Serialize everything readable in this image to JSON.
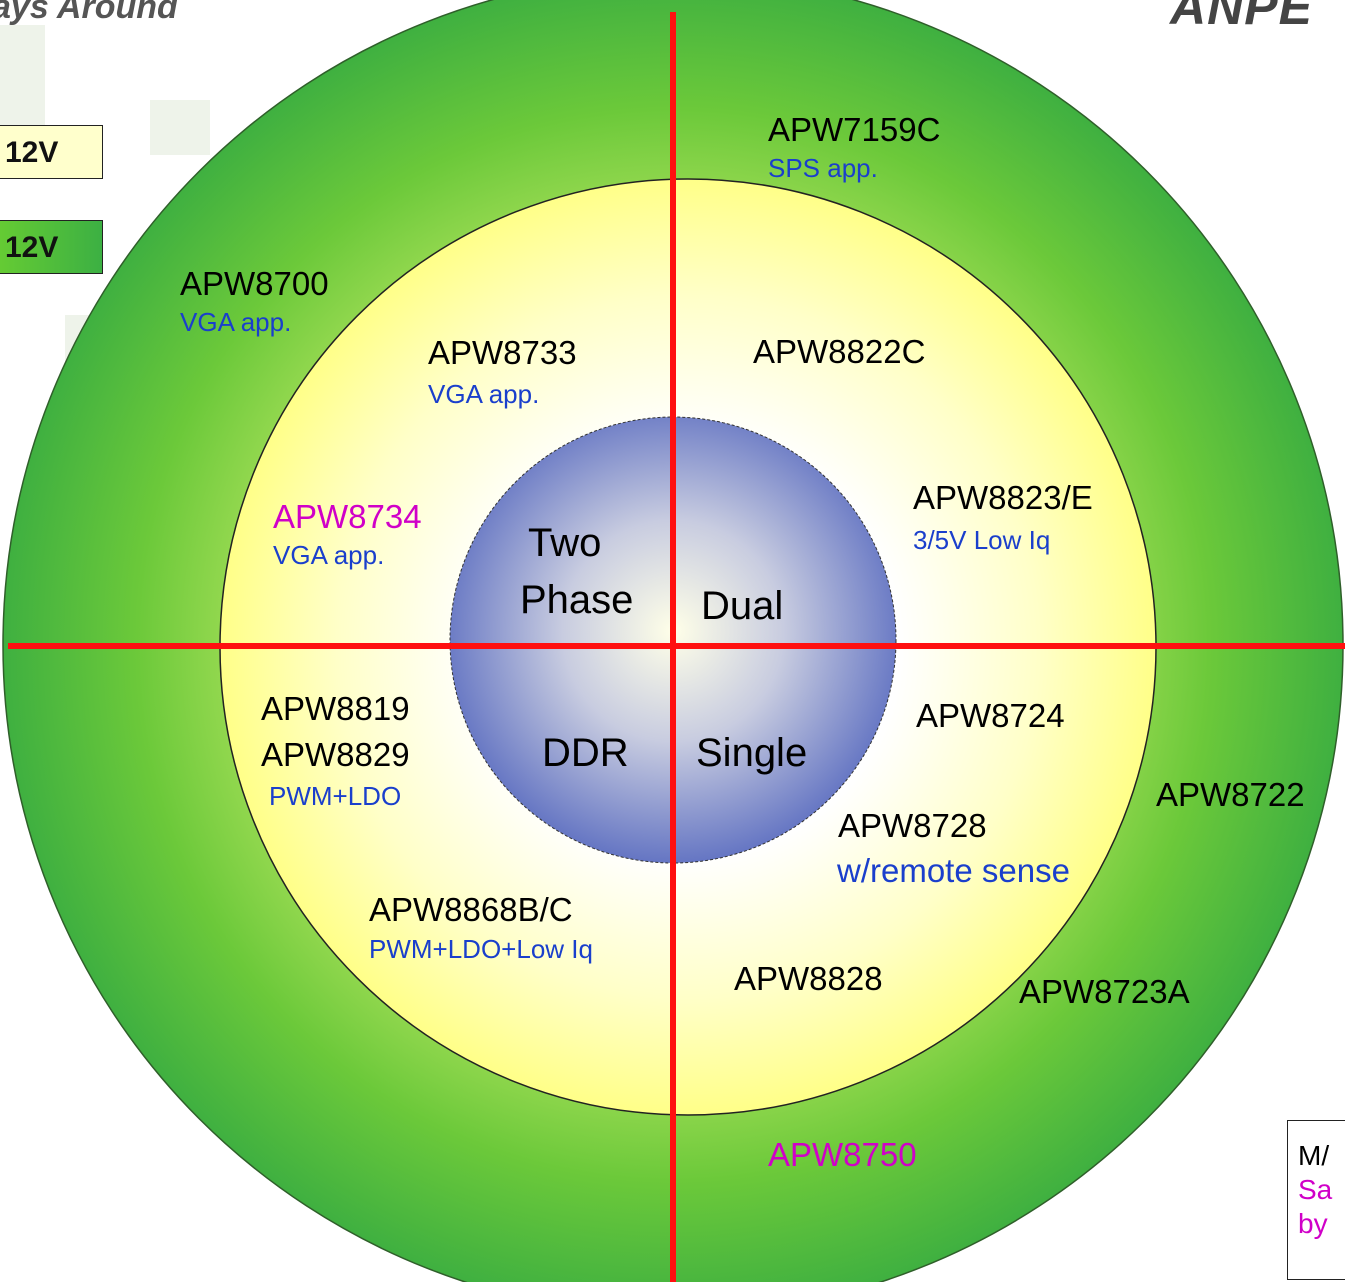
{
  "header": {
    "left_text": "ays Around",
    "right_logo": "ANPE"
  },
  "legend": [
    {
      "label": "12V",
      "color": "#ffffcc"
    },
    {
      "label": "12V",
      "color": "#4cbb3a"
    }
  ],
  "colors": {
    "outer_ring": "#4cbb3a",
    "middle_ring": "#ffff99",
    "inner_circle": "#6b7cc4",
    "divider": "#ff1010",
    "sub_text": "#1a3fcc",
    "highlight_text": "#d000c8"
  },
  "center": {
    "top_left_line1": "Two",
    "top_left_line2": "Phase",
    "top_right": "Dual",
    "bottom_left": "DDR",
    "bottom_right": "Single"
  },
  "outer_ring_labels": {
    "apw7159c": {
      "name": "APW7159C",
      "note": "SPS app."
    },
    "apw8700": {
      "name": "APW8700",
      "note": "VGA app."
    },
    "apw8722": {
      "name": "APW8722"
    },
    "apw8723a": {
      "name": "APW8723A"
    },
    "apw8750": {
      "name": "APW8750"
    }
  },
  "middle_ring_labels": {
    "apw8733": {
      "name": "APW8733",
      "note": "VGA app."
    },
    "apw8822c": {
      "name": "APW8822C"
    },
    "apw8734": {
      "name": "APW8734",
      "note": "VGA app."
    },
    "apw8823e": {
      "name": "APW8823/E",
      "note": "3/5V Low Iq"
    },
    "apw8819": {
      "name": "APW8819"
    },
    "apw8829": {
      "name": "APW8829",
      "note": "PWM+LDO"
    },
    "apw8724": {
      "name": "APW8724"
    },
    "apw8728": {
      "name": "APW8728",
      "note": "w/remote sense"
    },
    "apw8868bc": {
      "name": "APW8868B/C",
      "note": "PWM+LDO+Low Iq"
    },
    "apw8828": {
      "name": "APW8828"
    }
  },
  "note_box": {
    "line1": "M/",
    "line2": "Sa",
    "line3": "by"
  }
}
